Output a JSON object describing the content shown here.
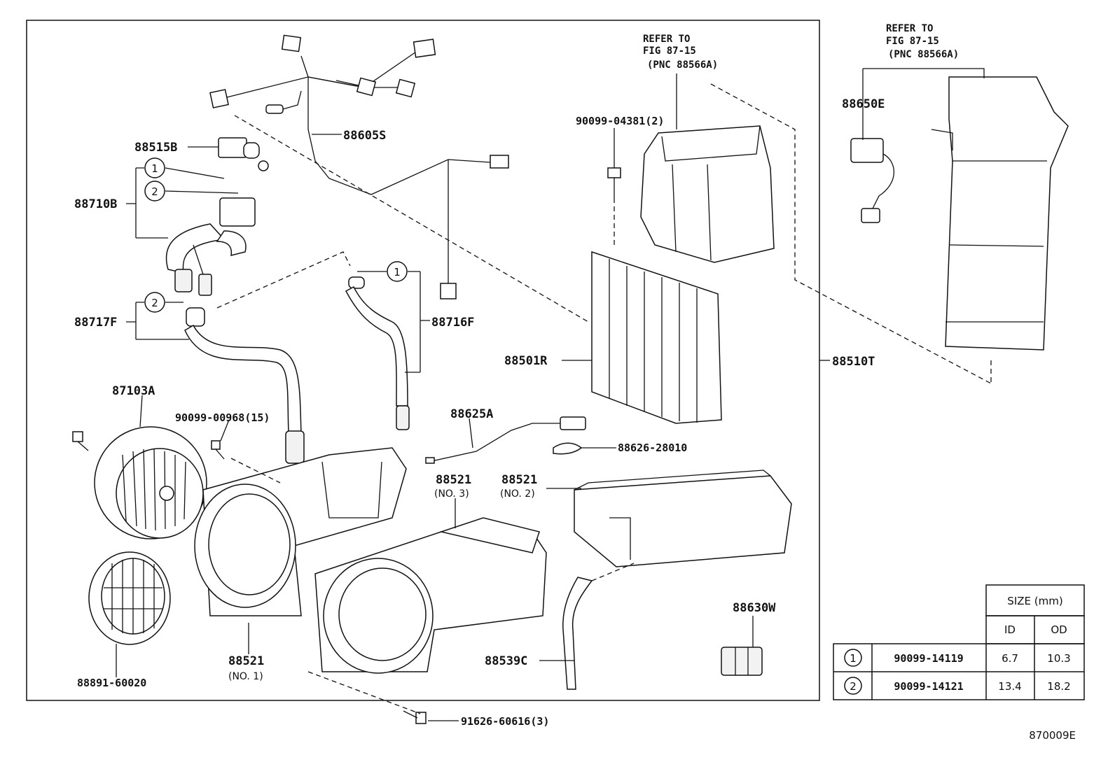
{
  "labels": {
    "p88515B": "88515B",
    "p88710B": "88710B",
    "p88717F": "88717F",
    "p88605S": "88605S",
    "p88716F": "88716F",
    "p87103A": "87103A",
    "p90099_00968": "90099-00968(15)",
    "p88625A": "88625A",
    "p88626_28010": "88626-28010",
    "p88521_no3": "88521",
    "p88521_no3_sub": "(NO. 3)",
    "p88521_no2": "88521",
    "p88521_no2_sub": "(NO. 2)",
    "p88521_no1": "88521",
    "p88521_no1_sub": "(NO. 1)",
    "p88891_60020": "88891-60020",
    "p88539C": "88539C",
    "p88630W": "88630W",
    "p91626_60616": "91626-60616(3)",
    "p90099_04381": "90099-04381(2)",
    "p88501R": "88501R",
    "p88510T": "88510T",
    "p88650E": "88650E",
    "callout_1": "1",
    "callout_2": "2"
  },
  "refer_notes": [
    {
      "line1": "REFER TO",
      "line2": "FIG 87-15",
      "line3": "(PNC 88566A)"
    },
    {
      "line1": "REFER TO",
      "line2": "FIG 87-15",
      "line3": "(PNC 88566A)"
    }
  ],
  "size_table": {
    "title": "SIZE (mm)",
    "col_id": "ID",
    "col_od": "OD",
    "rows": [
      {
        "mark": "1",
        "part": "90099-14119",
        "id": "6.7",
        "od": "10.3"
      },
      {
        "mark": "2",
        "part": "90099-14121",
        "id": "13.4",
        "od": "18.2"
      }
    ]
  },
  "figure_code": "870009E"
}
